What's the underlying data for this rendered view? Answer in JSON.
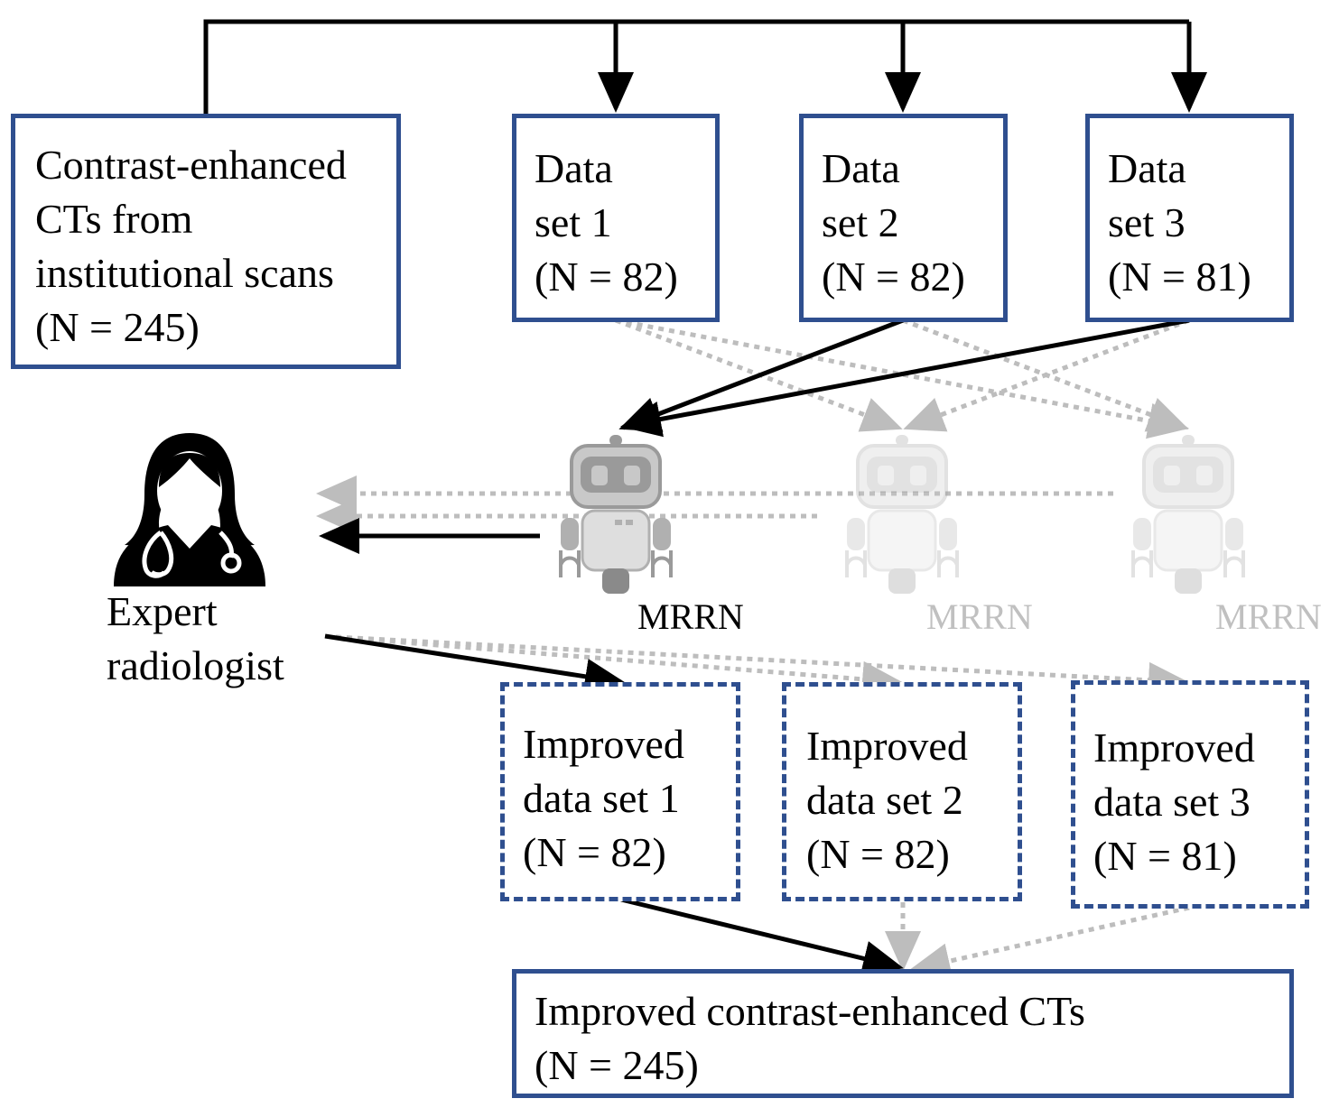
{
  "source_box": {
    "lines": [
      "Contrast-enhanced",
      "CTs from",
      "institutional scans",
      "(N = 245)"
    ]
  },
  "datasets": [
    {
      "lines": [
        "Data",
        "set 1",
        "(N = 82)"
      ]
    },
    {
      "lines": [
        "Data",
        "set 2",
        "(N = 82)"
      ]
    },
    {
      "lines": [
        "Data",
        "set 3",
        "(N = 81)"
      ]
    }
  ],
  "models": [
    {
      "label": "MRRN",
      "state": "active"
    },
    {
      "label": "MRRN",
      "state": "faded"
    },
    {
      "label": "MRRN",
      "state": "faded"
    }
  ],
  "expert": {
    "icon": "doctor-icon",
    "lines": [
      "Expert",
      "radiologist"
    ]
  },
  "improved_sets": [
    {
      "lines": [
        "Improved",
        "data set 1",
        "(N = 82)"
      ]
    },
    {
      "lines": [
        "Improved",
        "data set 2",
        "(N = 82)"
      ]
    },
    {
      "lines": [
        "Improved",
        "data set 3",
        "(N = 81)"
      ]
    }
  ],
  "final_box": {
    "lines": [
      "Improved contrast-enhanced CTs",
      "(N = 245)"
    ]
  },
  "colors": {
    "box_border": "#2f4f8f",
    "active_arrow": "#000000",
    "inactive_arrow": "#bdbdbd",
    "faded_label": "#c0c0c0"
  }
}
